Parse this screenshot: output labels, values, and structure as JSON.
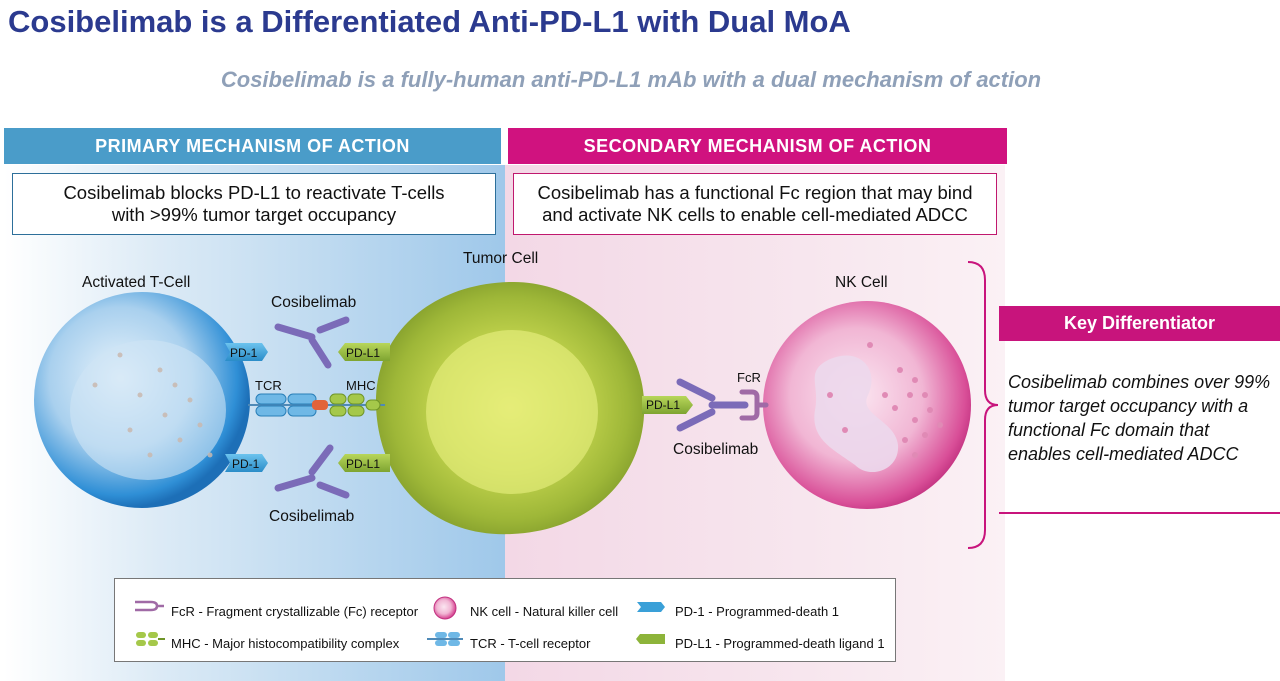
{
  "title": "Cosibelimab is a Differentiated Anti-PD-L1 with Dual MoA",
  "subtitle": "Cosibelimab is a fully-human anti-PD-L1 mAb with a dual mechanism of action",
  "primary": {
    "banner": "PRIMARY MECHANISM OF ACTION",
    "desc_line1": "Cosibelimab blocks PD-L1 to reactivate T-cells",
    "desc_line2": "with >99% tumor target occupancy"
  },
  "secondary": {
    "banner": "SECONDARY MECHANISM OF ACTION",
    "desc_line1": "Cosibelimab has a functional Fc region that may bind",
    "desc_line2": "and activate NK cells to enable cell-mediated ADCC"
  },
  "labels": {
    "activated_tcell": "Activated T-Cell",
    "tumor_cell": "Tumor Cell",
    "nk_cell": "NK Cell",
    "cosibelimab": "Cosibelimab",
    "tcr": "TCR",
    "mhc": "MHC",
    "pd1": "PD-1",
    "pdl1": "PD-L1",
    "fcr": "FcR"
  },
  "key_differentiator": {
    "header": "Key Differentiator",
    "text": "Cosibelimab combines over 99% tumor target occupancy with a functional Fc domain that enables cell-mediated ADCC"
  },
  "legend": [
    {
      "icon": "fcr-icon",
      "text": "FcR - Fragment crystallizable (Fc) receptor"
    },
    {
      "icon": "nk-cell-icon",
      "text": "NK cell - Natural killer cell"
    },
    {
      "icon": "pd1-icon",
      "text": "PD-1 - Programmed-death 1"
    },
    {
      "icon": "mhc-icon",
      "text": "MHC - Major histocompatibility complex"
    },
    {
      "icon": "tcr-icon",
      "text": "TCR - T-cell receptor"
    },
    {
      "icon": "pdl1-icon",
      "text": "PD-L1 - Programmed-death ligand 1"
    }
  ],
  "colors": {
    "title": "#2b3a8f",
    "primary_accent": "#4a9cc9",
    "secondary_accent": "#d0127f",
    "pd1": "#3aa0d8",
    "pdl1": "#8db43a",
    "antibody": "#7b6bb8"
  }
}
